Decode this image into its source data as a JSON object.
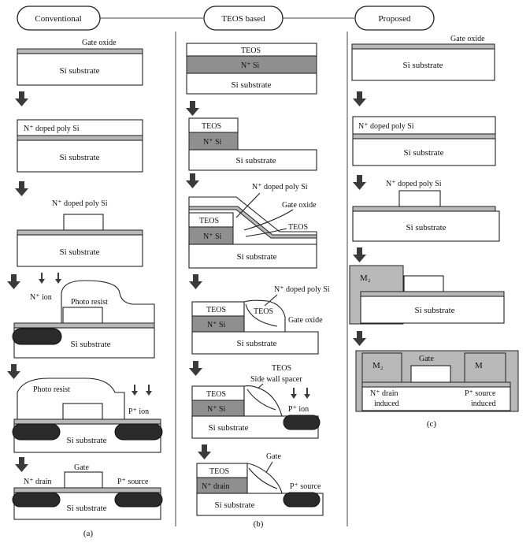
{
  "columns": {
    "conventional": {
      "header": "Conventional",
      "caption": "(a)",
      "s1": {
        "gate_oxide": "Gate oxide",
        "substrate": "Si substrate"
      },
      "s2": {
        "poly": "N⁺ doped poly Si",
        "substrate": "Si substrate"
      },
      "s3": {
        "poly": "N⁺ doped poly Si",
        "substrate": "Si substrate"
      },
      "s4": {
        "ion": "N⁺ ion",
        "resist": "Photo resist",
        "substrate": "Si substrate"
      },
      "s5": {
        "resist": "Photo resist",
        "ion": "P⁺ ion",
        "substrate": "Si substrate"
      },
      "s6": {
        "gate": "Gate",
        "drain": "N⁺ drain",
        "source": "P⁺ source",
        "substrate": "Si substrate"
      }
    },
    "teos": {
      "header": "TEOS based",
      "caption": "(b)",
      "s1": {
        "teos": "TEOS",
        "nsi": "N⁺ Si",
        "substrate": "Si substrate"
      },
      "s2": {
        "teos": "TEOS",
        "nsi": "N⁺ Si",
        "substrate": "Si substrate"
      },
      "s3": {
        "poly": "N⁺ doped poly Si",
        "gate_oxide": "Gate oxide",
        "teos": "TEOS",
        "teos2": "TEOS",
        "nsi": "N⁺ Si",
        "substrate": "Si substrate"
      },
      "s4": {
        "poly": "N⁺ doped poly Si",
        "teos": "TEOS",
        "teos2": "TEOS",
        "nsi": "N⁺ Si",
        "gate_oxide": "Gate oxide",
        "substrate": "Si substrate"
      },
      "s5": {
        "teos_top": "TEOS",
        "spacer": "Side wall spacer",
        "teos": "TEOS",
        "nsi": "N⁺ Si",
        "ion": "P⁺ ion",
        "substrate": "Si substrate"
      },
      "s6": {
        "gate": "Gate",
        "teos": "TEOS",
        "drain": "N⁺ drain",
        "source": "P⁺ source",
        "substrate": "Si substrate"
      }
    },
    "proposed": {
      "header": "Proposed",
      "caption": "(c)",
      "s1": {
        "gate_oxide": "Gate oxide",
        "substrate": "Si substrate"
      },
      "s2": {
        "poly": "N⁺ doped poly Si",
        "substrate": "Si substrate"
      },
      "s3": {
        "poly": "N⁺ doped poly Si",
        "substrate": "Si substrate"
      },
      "s4": {
        "m2": "M₂",
        "substrate": "Si substrate"
      },
      "s5": {
        "m2": "M₂",
        "gate": "Gate",
        "m": "M",
        "drain1": "N⁺ drain",
        "drain2": "induced",
        "source1": "P⁺ source",
        "source2": "induced"
      }
    }
  },
  "colors": {
    "oxide": "#b9b9b9",
    "nsi": "#8f8f8f",
    "implant": "#2a2a2a",
    "arrow": "#3a3a3a"
  }
}
